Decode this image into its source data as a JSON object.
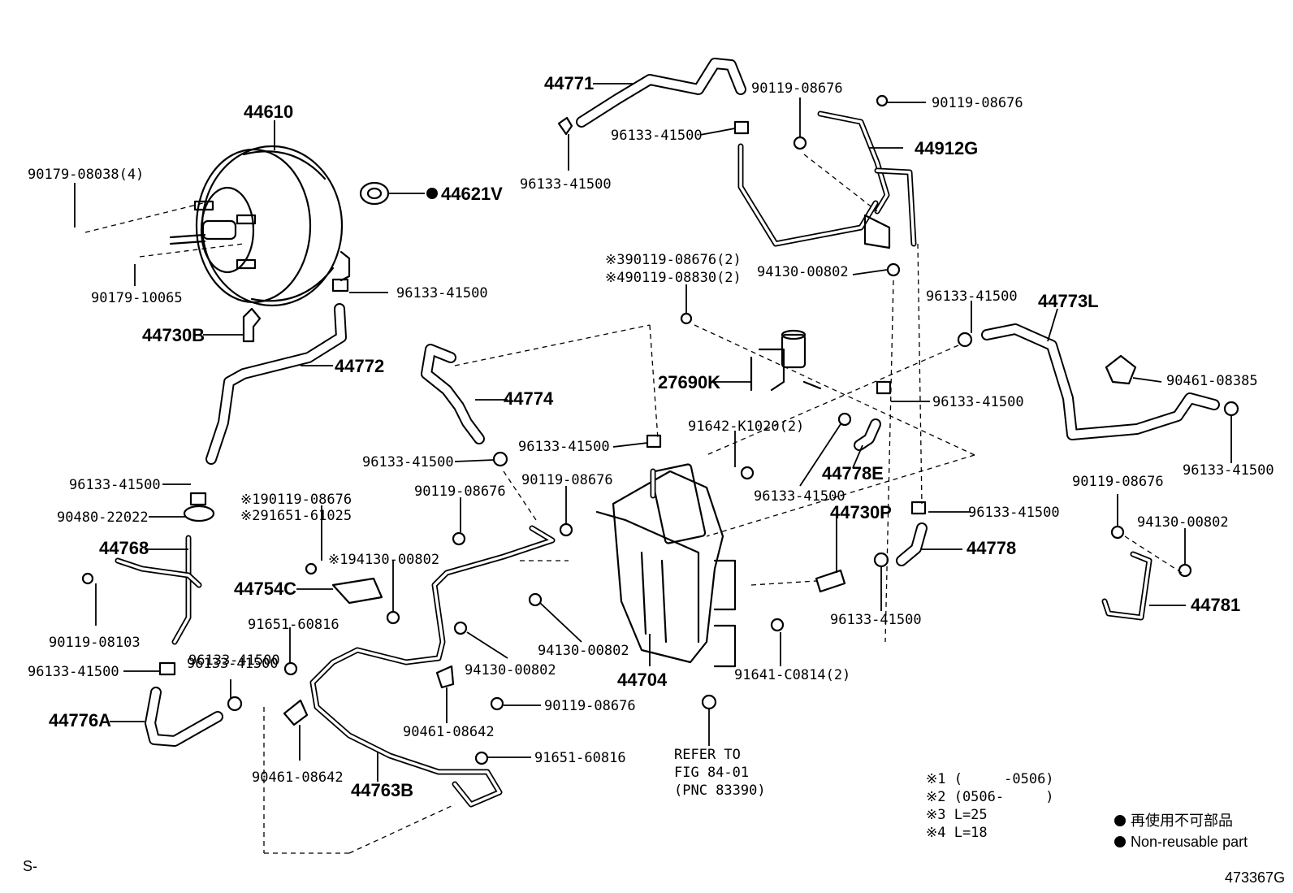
{
  "parts": {
    "p44610": "44610",
    "p90179_08038": "90179-08038(4)",
    "p90179_10065": "90179-10065",
    "p44621V": "44621V",
    "p96133_booster": "96133-41500",
    "p44730B": "44730B",
    "p44772": "44772",
    "p96133_left1": "96133-41500",
    "p90480": "90480-22022",
    "p44768": "44768",
    "p90119_08103": "90119-08103",
    "p96133_left2": "96133-41500",
    "p44776A": "44776A",
    "p96133_bottom": "96133-41500",
    "p90461_08642_a": "90461-08642",
    "p44771": "44771",
    "p96133_top_a": "96133-41500",
    "p96133_top_b": "96133-41500",
    "p90119_08676_top1": "90119-08676",
    "p90119_08676_top2": "90119-08676",
    "p44912G": "44912G",
    "p94130_top": "94130-00802",
    "p_note3": "※390119-08676(2)",
    "p_note4": "※490119-08830(2)",
    "p27690K": "27690K",
    "p44774": "44774",
    "p96133_mid1": "96133-41500",
    "p96133_mid2": "96133-41500",
    "p91642": "91642-K1020(2)",
    "p96133_mid3": "96133-41500",
    "p44778E": "44778E",
    "p96133_right1": "96133-41500",
    "p44773L": "44773L",
    "p96133_right2": "96133-41500",
    "p90461_08385": "90461-08385",
    "p96133_right3": "96133-41500",
    "p_note1": "※190119-08676",
    "p_note2": "※291651-61025",
    "p_note1b": "※194130-00802",
    "p44754C": "44754C",
    "p90119_08676_mid1": "90119-08676",
    "p90119_08676_mid2": "90119-08676",
    "p91651_60816_a": "91651-60816",
    "p96133_lower": "96133-41500",
    "p94130_mid1": "94130-00802",
    "p94130_mid2": "94130-00802",
    "p44704": "44704",
    "p90119_08676_low": "90119-08676",
    "p90461_08642_b": "90461-08642",
    "p91651_60816_b": "91651-60816",
    "p44763B": "44763B",
    "p44730P": "44730P",
    "p96133_r4": "96133-41500",
    "p44778": "44778",
    "p96133_r5": "96133-41500",
    "p91641": "91641-C0814(2)",
    "p90119_08676_r": "90119-08676",
    "p94130_r": "94130-00802",
    "p44781": "44781"
  },
  "refer": {
    "line1": "REFER TO",
    "line2": "FIG 84-01",
    "line3": "(PNC 83390)"
  },
  "notes": {
    "n1": "※1 (     -0506)",
    "n2": "※2 (0506-     )",
    "n3": "※3 L=25",
    "n4": "※4 L=18"
  },
  "legend": {
    "jp": "再使用不可部品",
    "en": "Non-reusable part"
  },
  "corner": {
    "left": "S-",
    "code": "473367G"
  }
}
